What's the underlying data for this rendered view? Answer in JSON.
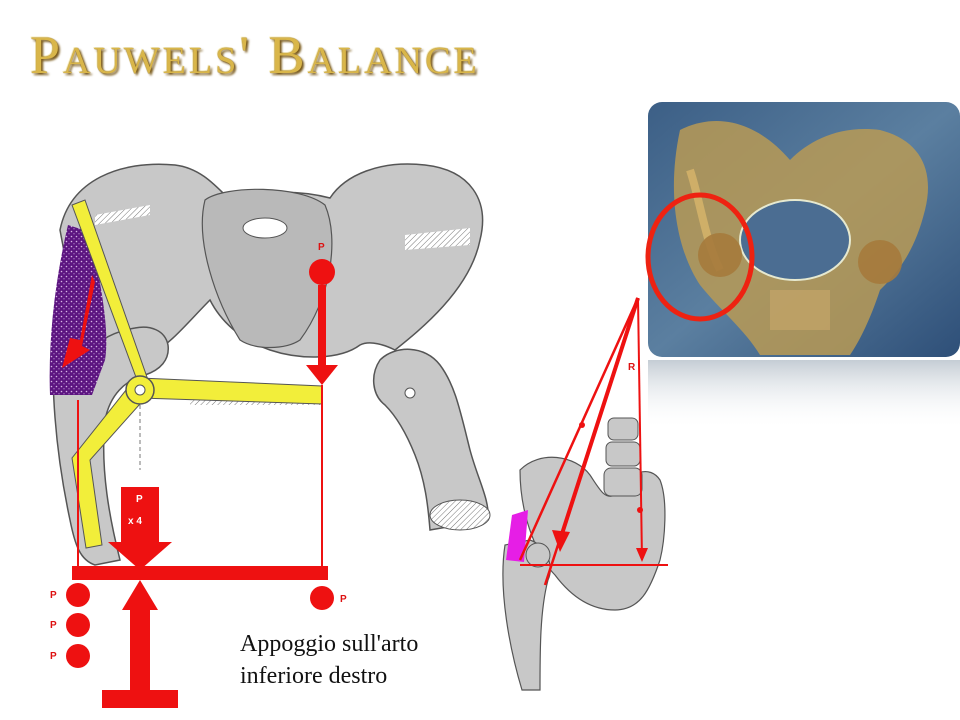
{
  "title": "Pauwels' Balance",
  "caption": [
    "Appoggio sull'arto",
    "inferiore destro"
  ],
  "labels": {
    "p_top": "P",
    "p_box": "P",
    "x4": "x 4",
    "p_left_1": "P",
    "p_left_2": "P",
    "p_left_3": "P",
    "p_right": "P",
    "r": "R"
  },
  "colors": {
    "title_gold": "#d9b64a",
    "force_red": "#ee1111",
    "muscle_purple": "#6a1a8a",
    "lever_yellow": "#f2ee3a",
    "bone_gray": "#c8c8c8"
  }
}
